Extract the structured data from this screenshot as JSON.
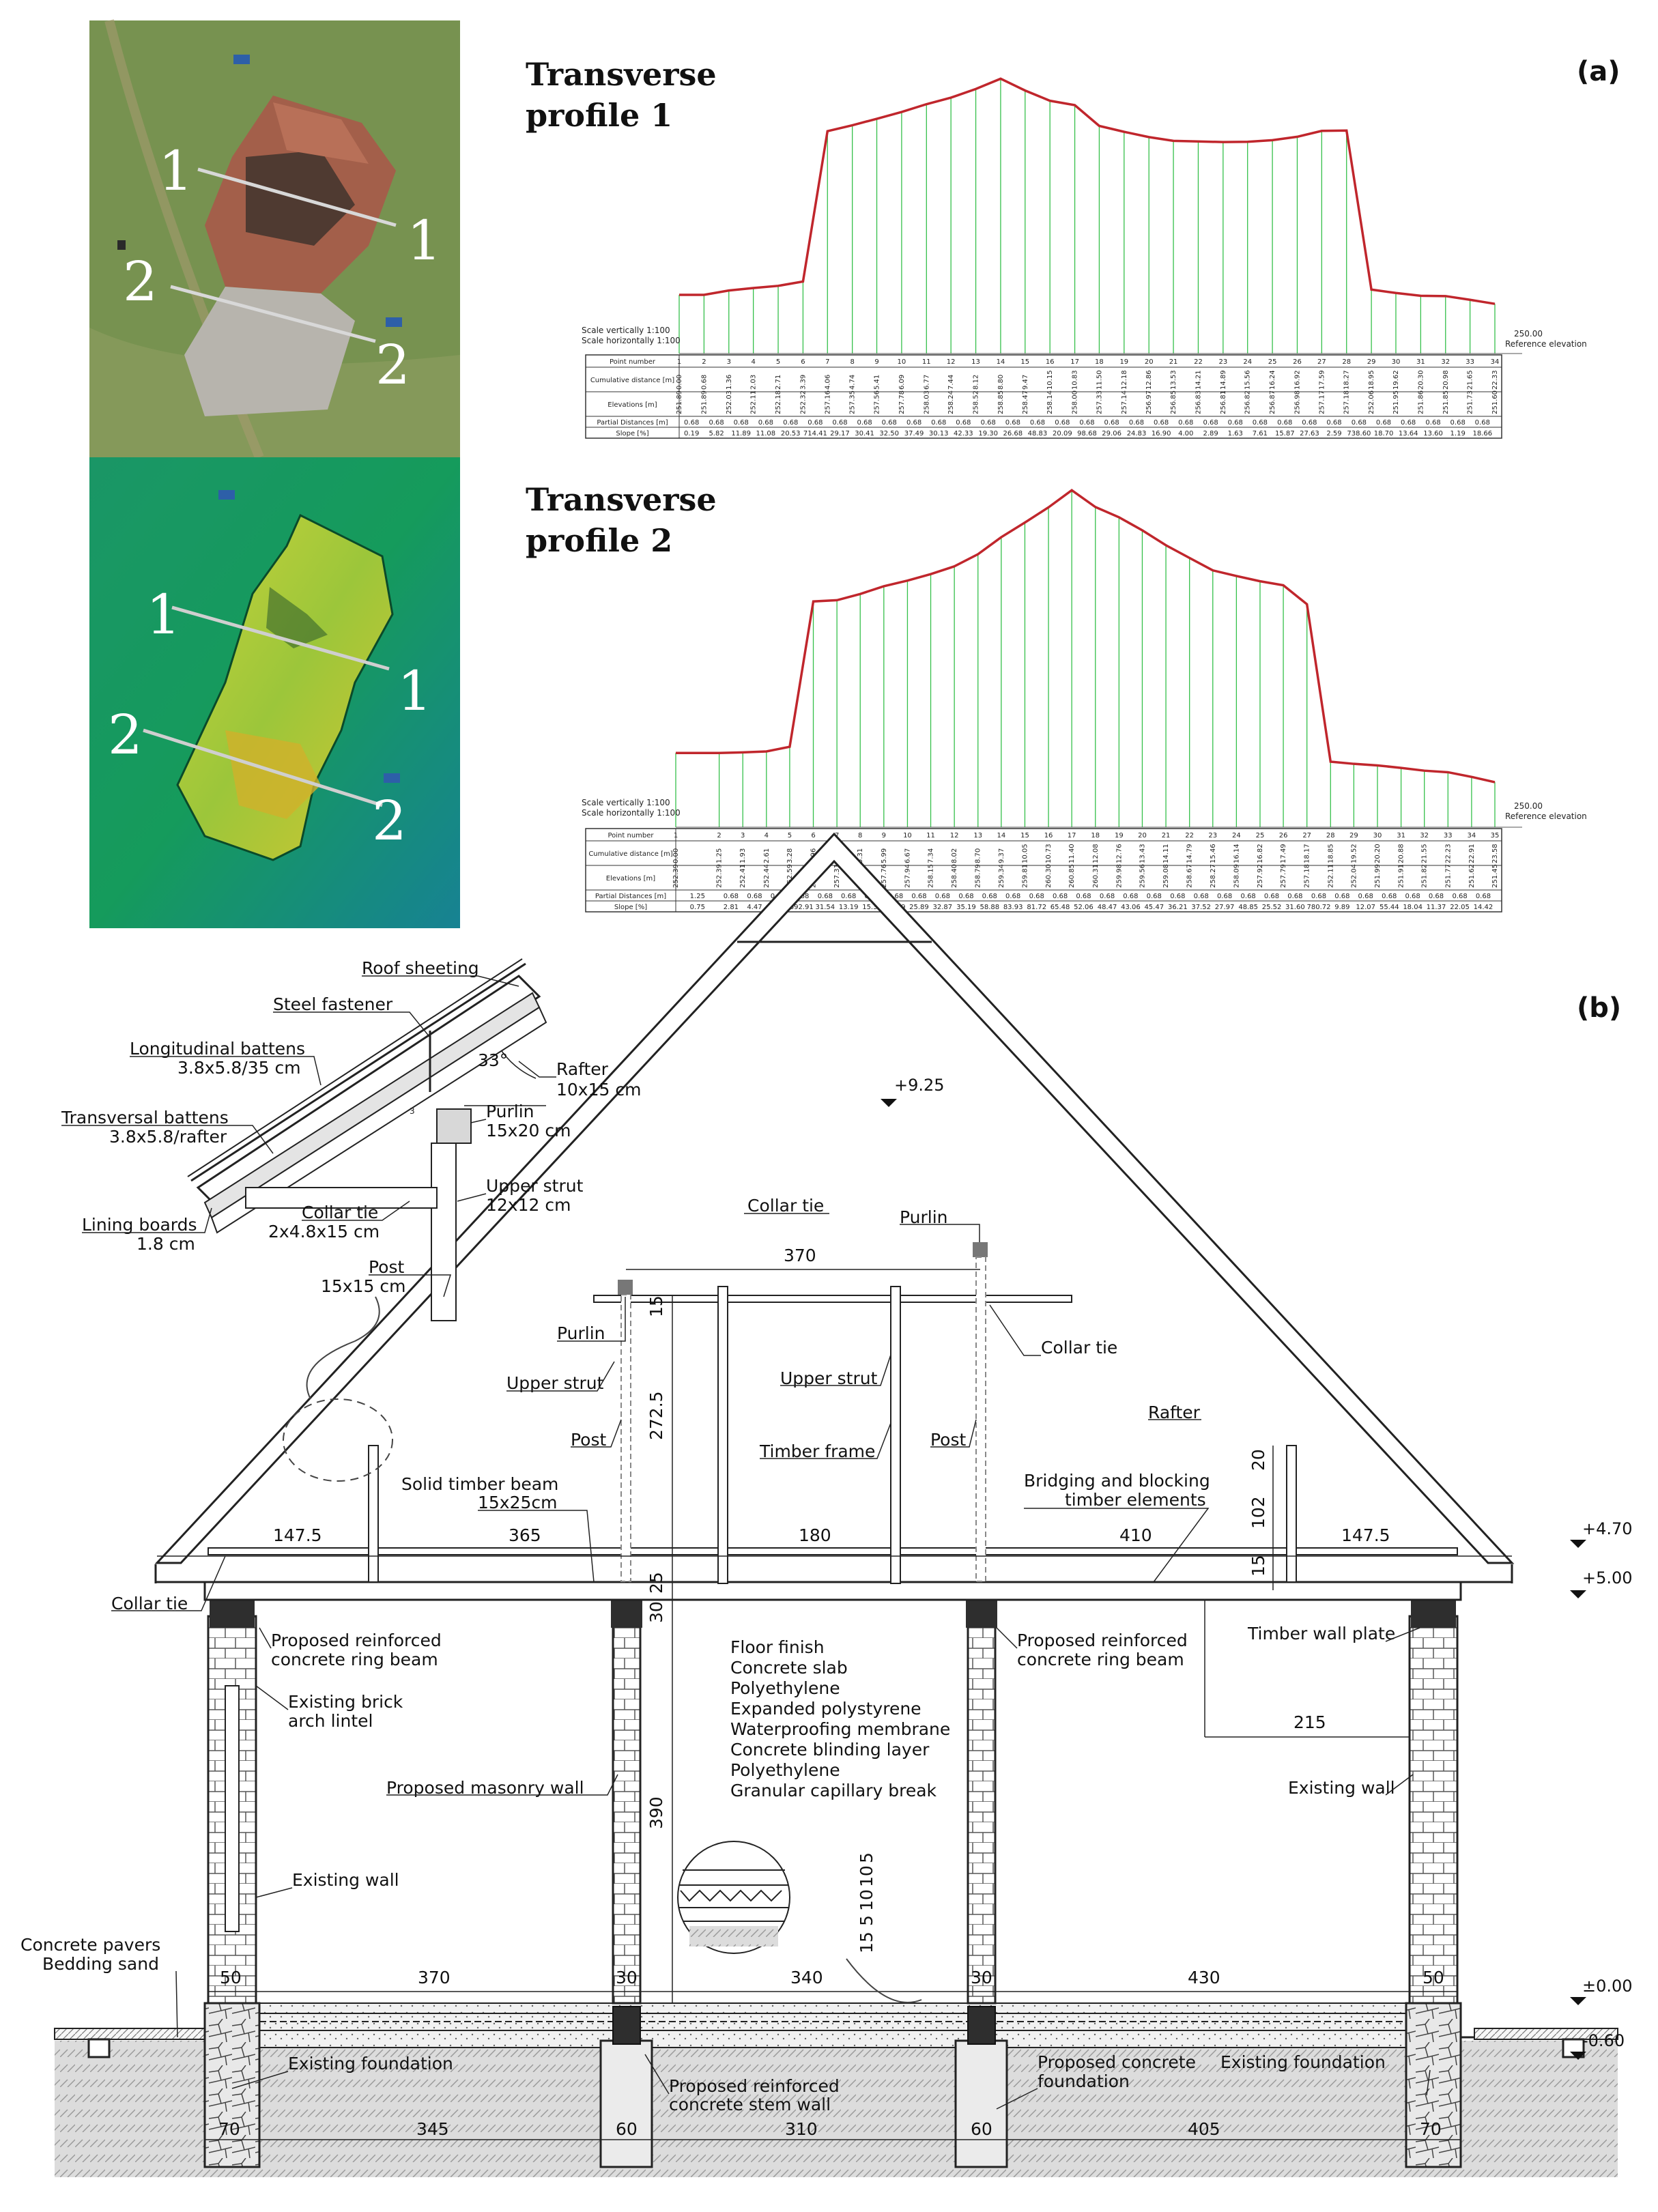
{
  "panels": {
    "a": "(a)",
    "b": "(b)"
  },
  "profile1": {
    "title_line1": "Transverse",
    "title_line2": "profile 1",
    "scale_v": "Scale vertically 1:100",
    "scale_h": "Scale horizontally 1:100",
    "ref_value": "250.00",
    "ref_label": "Reference elevation",
    "row_labels": [
      "Point number",
      "Cumulative distance [m]",
      "Elevations [m]",
      "Partial Distances [m]",
      "Slope [%]"
    ],
    "points": [
      "1",
      "2",
      "3",
      "4",
      "5",
      "6",
      "7",
      "8",
      "9",
      "10",
      "11",
      "12",
      "13",
      "14",
      "15",
      "16",
      "17",
      "18",
      "19",
      "20",
      "21",
      "22",
      "23",
      "24",
      "25",
      "26",
      "27",
      "28",
      "29",
      "30",
      "31",
      "32",
      "33",
      "34"
    ],
    "cumulative": [
      "0.00",
      "0.68",
      "1.36",
      "2.03",
      "2.71",
      "3.39",
      "4.06",
      "4.74",
      "5.41",
      "6.09",
      "6.77",
      "7.44",
      "8.12",
      "8.80",
      "9.47",
      "10.15",
      "10.83",
      "11.50",
      "12.18",
      "12.86",
      "13.53",
      "14.21",
      "14.89",
      "15.56",
      "16.24",
      "16.92",
      "17.59",
      "18.27",
      "18.95",
      "19.62",
      "20.30",
      "20.98",
      "21.65",
      "22.33"
    ],
    "elevations": [
      "251.89",
      "251.89",
      "252.03",
      "252.11",
      "252.18",
      "252.32",
      "257.16",
      "257.35",
      "257.56",
      "257.78",
      "258.03",
      "258.24",
      "258.52",
      "258.85",
      "258.47",
      "258.14",
      "258.00",
      "257.33",
      "257.14",
      "256.97",
      "256.85",
      "256.83",
      "256.81",
      "256.82",
      "256.87",
      "256.98",
      "257.17",
      "257.18",
      "252.06",
      "251.95",
      "251.86",
      "251.85",
      "251.73",
      "251.60"
    ],
    "partial": [
      "0.68",
      "0.68",
      "0.68",
      "0.68",
      "0.68",
      "0.68",
      "0.68",
      "0.68",
      "0.68",
      "0.68",
      "0.68",
      "0.68",
      "0.68",
      "0.68",
      "0.68",
      "0.68",
      "0.68",
      "0.68",
      "0.68",
      "0.68",
      "0.68",
      "0.68",
      "0.68",
      "0.68",
      "0.68",
      "0.68",
      "0.68",
      "0.68",
      "0.68",
      "0.68",
      "0.68",
      "0.68",
      "0.68"
    ],
    "slope": [
      "0.19",
      "5.82",
      "11.89",
      "11.08",
      "20.53",
      "714.41",
      "29.17",
      "30.41",
      "32.50",
      "37.49",
      "30.13",
      "42.33",
      "19.30",
      "26.68",
      "48.83",
      "20.09",
      "98.68",
      "29.06",
      "24.83",
      "16.90",
      "4.00",
      "2.89",
      "1.63",
      "7.61",
      "15.87",
      "27.63",
      "2.59",
      "738.60",
      "18.70",
      "13.64",
      "13.60",
      "1.19",
      "18.66"
    ]
  },
  "profile2": {
    "title_line1": "Transverse",
    "title_line2": "profile 2",
    "scale_v": "Scale vertically 1:100",
    "scale_h": "Scale horizontally 1:100",
    "ref_value": "250.00",
    "ref_label": "Reference elevation",
    "row_labels": [
      "Point number",
      "Cumulative distance [m]",
      "Elevations [m]",
      "Partial Distances [m]",
      "Slope [%]"
    ],
    "points": [
      "1",
      "2",
      "3",
      "4",
      "5",
      "6",
      "7",
      "8",
      "9",
      "10",
      "11",
      "12",
      "13",
      "14",
      "15",
      "16",
      "17",
      "18",
      "19",
      "20",
      "21",
      "22",
      "23",
      "24",
      "25",
      "26",
      "27",
      "28",
      "29",
      "30",
      "31",
      "32",
      "33",
      "34",
      "35"
    ],
    "cumulative": [
      "0.00",
      "1.25",
      "1.93",
      "2.61",
      "3.28",
      "3.96",
      "4.64",
      "5.31",
      "5.99",
      "6.67",
      "7.34",
      "8.02",
      "8.70",
      "9.37",
      "10.05",
      "10.73",
      "11.40",
      "12.08",
      "12.76",
      "13.43",
      "14.11",
      "14.79",
      "15.46",
      "16.14",
      "16.82",
      "17.49",
      "18.17",
      "18.85",
      "19.52",
      "20.20",
      "20.88",
      "21.55",
      "22.23",
      "22.91",
      "23.58"
    ],
    "elevations": [
      "252.39",
      "252.39",
      "252.41",
      "252.44",
      "252.59",
      "257.27",
      "257.31",
      "257.51",
      "257.76",
      "257.94",
      "258.15",
      "258.40",
      "258.79",
      "259.34",
      "259.81",
      "260.30",
      "260.85",
      "260.31",
      "259.98",
      "259.56",
      "259.08",
      "258.67",
      "258.27",
      "258.09",
      "257.92",
      "257.79",
      "257.18",
      "252.11",
      "252.04",
      "251.99",
      "251.91",
      "251.82",
      "251.77",
      "251.62",
      "251.45"
    ],
    "partial": [
      "1.25",
      "0.68",
      "0.68",
      "0.68",
      "0.68",
      "0.68",
      "0.68",
      "0.68",
      "0.68",
      "0.68",
      "0.68",
      "0.68",
      "0.68",
      "0.68",
      "0.68",
      "0.68",
      "0.68",
      "0.68",
      "0.68",
      "0.68",
      "0.68",
      "0.68",
      "0.68",
      "0.68",
      "0.68",
      "0.68",
      "0.68",
      "0.68",
      "0.68",
      "0.68",
      "0.68",
      "0.68",
      "0.68",
      "0.68"
    ],
    "slope": [
      "0.75",
      "2.81",
      "4.47",
      "21.93",
      "692.91",
      "31.54",
      "13.19",
      "15.31",
      "22.19",
      "25.89",
      "32.87",
      "35.19",
      "58.88",
      "83.93",
      "81.72",
      "65.48",
      "52.06",
      "48.47",
      "43.06",
      "45.47",
      "36.21",
      "37.52",
      "27.97",
      "48.85",
      "25.52",
      "31.60",
      "780.72",
      "9.89",
      "12.07",
      "55.44",
      "18.04",
      "11.37",
      "22.05",
      "14.42"
    ]
  },
  "map_markers": {
    "top": [
      "1",
      "1",
      "2",
      "2"
    ],
    "bottom": [
      "1",
      "1",
      "2",
      "2"
    ]
  },
  "section": {
    "levels": [
      "+9.25",
      "+4.70",
      "+5.00",
      "±0.00",
      "-0.60"
    ],
    "dims_top": [
      "147.5",
      "365",
      "180",
      "410",
      "147.5"
    ],
    "dim_370_top": "370",
    "dims_vertical": [
      "15",
      "272.5",
      "30",
      "25",
      "390",
      "20",
      "102",
      "15"
    ],
    "dims_bottom_wall": [
      "50",
      "370",
      "30",
      "340",
      "30",
      "430",
      "50"
    ],
    "dims_foundation": [
      "70",
      "345",
      "60",
      "310",
      "60",
      "405",
      "70"
    ],
    "dim_215": "215",
    "floor_dims": [
      "15",
      "5",
      "10",
      "10",
      "5"
    ],
    "detail": {
      "roof_sheeting": "Roof sheeting",
      "steel_fastener": "Steel fastener",
      "long_battens_1": "Longitudinal battens",
      "long_battens_2": "3.8x5.8/35 cm",
      "trans_battens_1": "Transversal battens",
      "trans_battens_2": "3.8x5.8/rafter",
      "lining_1": "Lining boards",
      "lining_2": "1.8 cm",
      "collar_1": "Collar tie",
      "collar_2": "2x4.8x15 cm",
      "angle": "33°",
      "rafter_1": "Rafter",
      "rafter_2": "10x15 cm",
      "purlin_1": "Purlin",
      "purlin_2": "15x20 cm",
      "strut_1": "Upper strut",
      "strut_2": "12x12 cm",
      "post_1": "Post",
      "post_2": "15x15 cm",
      "gap": "3"
    },
    "labels": {
      "collar_tie_top": "Collar tie",
      "purlin_right": "Purlin",
      "purlin_left": "Purlin",
      "collar_tie_right": "Collar tie",
      "upper_strut_left": "Upper strut",
      "upper_strut_mid": "Upper strut",
      "rafter": "Rafter",
      "post_left": "Post",
      "timber_frame": "Timber frame",
      "post_right": "Post",
      "solid_beam_1": "Solid timber beam",
      "solid_beam_2": "15x25cm",
      "bridging_1": "Bridging and blocking",
      "bridging_2": "timber elements",
      "collar_tie_bottom": "Collar tie",
      "ring_beam_left_1": "Proposed reinforced",
      "ring_beam_left_2": "concrete ring beam",
      "ring_beam_right_1": "Proposed reinforced",
      "ring_beam_right_2": "concrete ring beam",
      "wall_plate": "Timber wall plate",
      "lintel_1": "Existing brick",
      "lintel_2": "arch lintel",
      "masonry": "Proposed masonry wall",
      "existing_wall_right": "Existing wall",
      "existing_wall_left": "Existing wall",
      "pavers": "Concrete pavers",
      "sand": "Bedding sand",
      "foundation_left": "Existing foundation",
      "stem_1": "Proposed reinforced",
      "stem_2": "concrete stem wall",
      "conc_found_1": "Proposed concrete",
      "conc_found_2": "foundation",
      "foundation_right": "Existing foundation"
    },
    "floor_layers": [
      "Floor finish",
      "Concrete slab",
      "Polyethylene",
      "Expanded polystyrene",
      "Waterproofing membrane",
      "Concrete blinding layer",
      "Polyethylene",
      "Granular capillary break"
    ]
  }
}
